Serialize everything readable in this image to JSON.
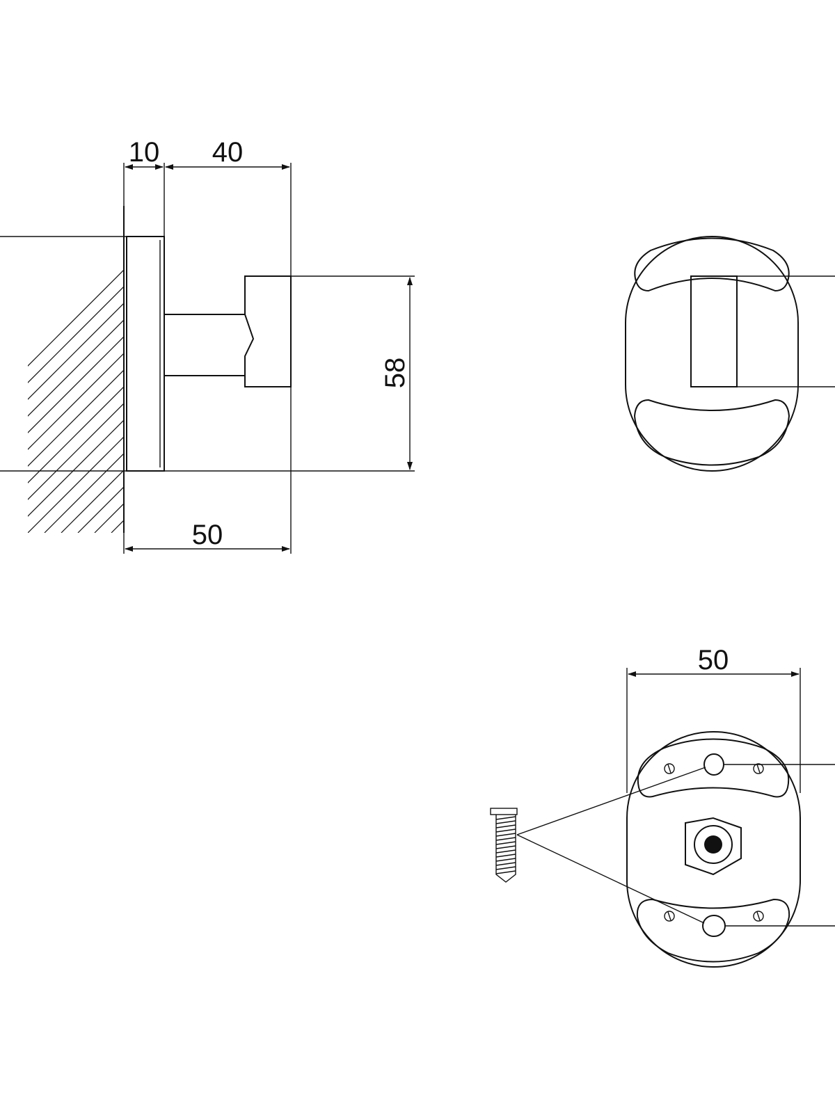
{
  "dimensions": {
    "side_base_thickness": "10",
    "side_projection": "40",
    "side_total_depth": "50",
    "side_height": "58",
    "back_width": "50"
  },
  "colors": {
    "line": "#111111",
    "background": "#ffffff"
  }
}
